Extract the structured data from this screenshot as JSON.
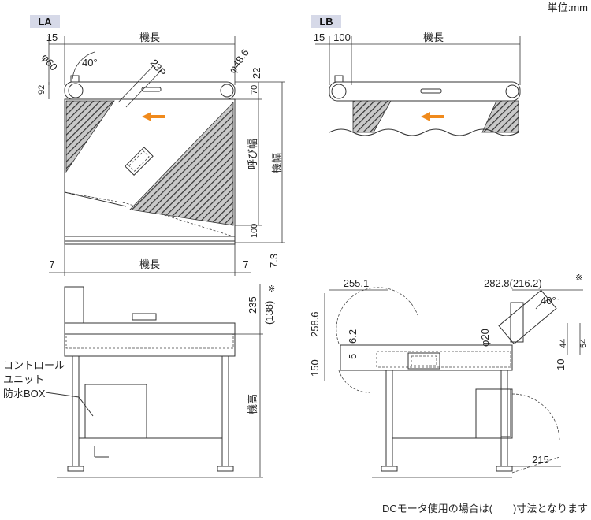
{
  "unit": "単位:mm",
  "views": {
    "la": {
      "tag": "LA"
    },
    "lb": {
      "tag": "LB"
    }
  },
  "labels": {
    "kichou": "機長",
    "kihaba": "機幅",
    "yobihaba": "呼び幅",
    "kikou": "機高",
    "control_unit_line1": "コントロール",
    "control_unit_line2": "ユニット",
    "waterproof_box": "防水BOX"
  },
  "dims": {
    "la_15": "15",
    "la_phi60": "φ60",
    "la_40deg": "40°",
    "la_23p": "23P",
    "la_phi486": "φ48.6",
    "la_22": "22",
    "la_92": "92",
    "la_70": "70",
    "la_100": "100",
    "la_7_left": "7",
    "la_7_right": "7",
    "la_73": "7.3",
    "la_235": "235",
    "la_138": "(138)",
    "la_asterisk": "※",
    "lb_15": "15",
    "lb_100": "100",
    "side_2551": "255.1",
    "side_2828": "282.8(216.2)",
    "side_asterisk": "※",
    "side_2586": "258.6",
    "side_62": "6.2",
    "side_phi20": "φ20",
    "side_40deg": "40°",
    "side_150": "150",
    "side_5": "5",
    "side_44": "44",
    "side_54": "54",
    "side_10": "10",
    "side_215": "215"
  },
  "footnote": "DCモータ使用の場合は(　　)寸法となります"
}
